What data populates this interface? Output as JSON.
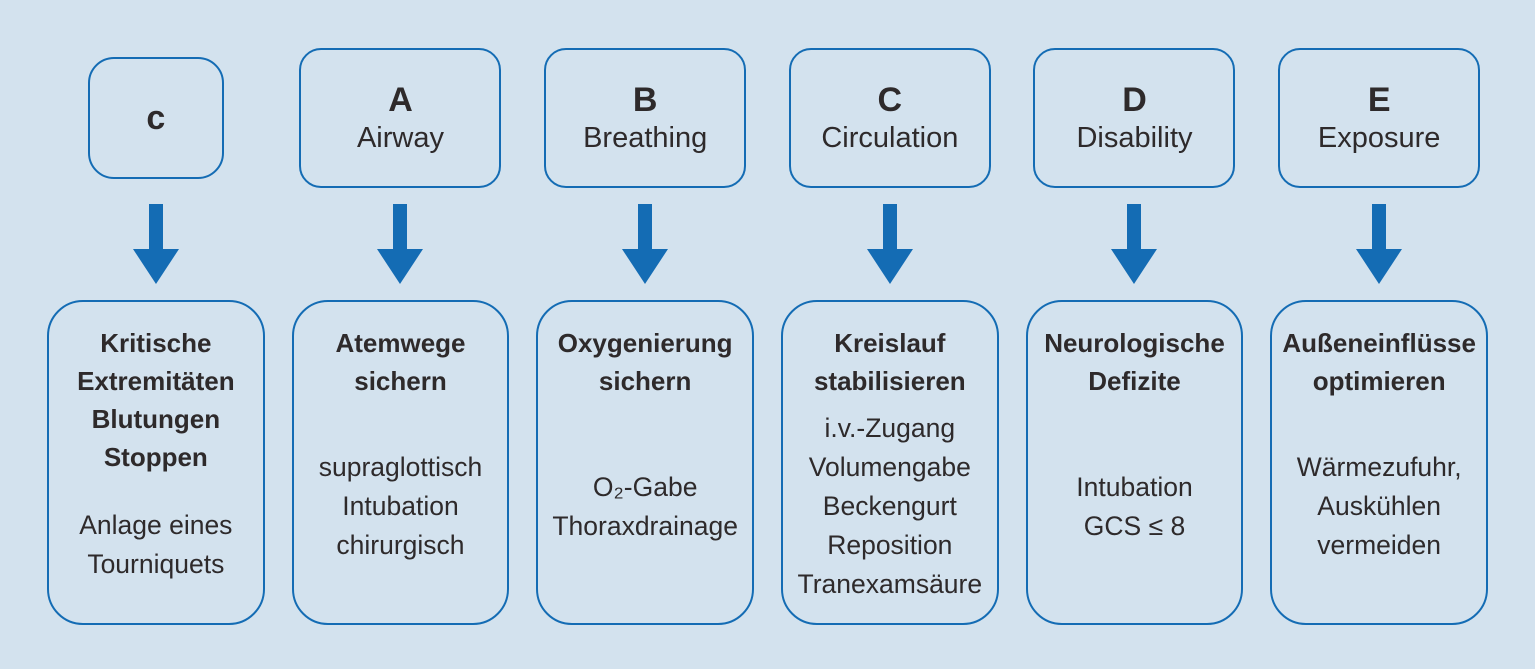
{
  "figure": {
    "name": "cABCDE-Schema",
    "background_color": "#d3e2ee",
    "line_color": "#146cb4",
    "text_color": "#2e2a2b"
  },
  "columns": [
    {
      "letter": "c",
      "sublabel": "",
      "action_title": [
        "Kritische",
        "Extremitäten",
        "Blutungen",
        "Stoppen"
      ],
      "action_details": [
        "Anlage eines",
        "Tourniquets"
      ]
    },
    {
      "letter": "A",
      "sublabel": "Airway",
      "action_title": [
        "Atemwege",
        "sichern"
      ],
      "action_details": [
        "supraglottisch",
        "Intubation",
        "chirurgisch"
      ]
    },
    {
      "letter": "B",
      "sublabel": "Breathing",
      "action_title": [
        "Oxygenierung",
        "sichern"
      ],
      "action_details": [
        "O₂-Gabe",
        "Thoraxdrainage"
      ]
    },
    {
      "letter": "C",
      "sublabel": "Circulation",
      "action_title": [
        "Kreislauf",
        "stabilisieren"
      ],
      "action_details": [
        "i.v.-Zugang",
        "Volumengabe",
        "Beckengurt",
        "Reposition",
        "Tranexamsäure"
      ]
    },
    {
      "letter": "D",
      "sublabel": "Disability",
      "action_title": [
        "Neurologische",
        "Defizite"
      ],
      "action_details": [
        "Intubation",
        "GCS ≤ 8"
      ]
    },
    {
      "letter": "E",
      "sublabel": "Exposure",
      "action_title": [
        "Außeneinflüsse",
        "optimieren"
      ],
      "action_details": [
        "Wärmezufuhr,",
        "Auskühlen",
        "vermeiden"
      ]
    }
  ]
}
